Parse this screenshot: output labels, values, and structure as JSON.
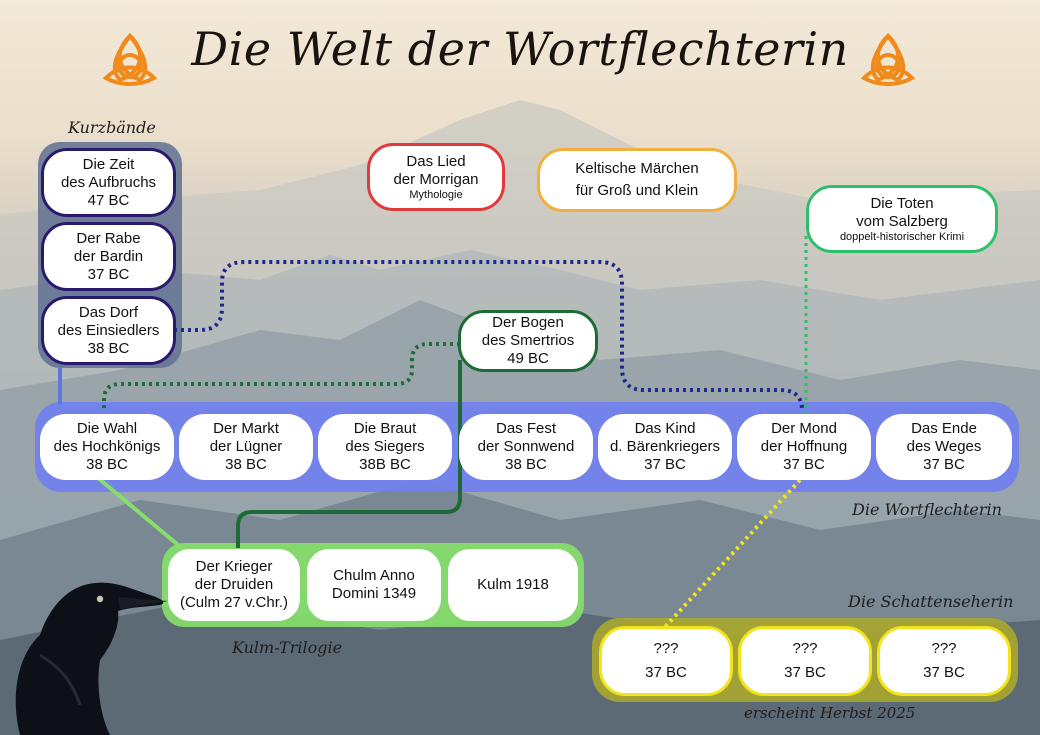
{
  "title": "Die Welt der Wortflechterin",
  "colors": {
    "kurz_band": "#5d6f8f",
    "kurz_border": "#2a1a6e",
    "wort_band": "#6f7ff0",
    "wort_border": "#3b4fc7",
    "kulm_band": "#86de6a",
    "kulm_border": "#4caf50",
    "schatten_band": "#a9a82c",
    "schatten_border": "#f4e41c",
    "morrigan_border": "#e03a3a",
    "maerchen_border": "#f0b040",
    "salzberg_border": "#2fbf6a",
    "bogen_border": "#1f6b35",
    "link_blue": "#1e2a8a",
    "link_green": "#2fbf6a",
    "link_darkgreen": "#1f6b35",
    "link_yellow": "#f4e41c",
    "link_lime": "#86de6a"
  },
  "labels": {
    "kurzbaende": "Kurzbände",
    "wortflechterin": "Die Wortflechterin",
    "kulm": "Kulm-Trilogie",
    "schattenseherin": "Die Schattenseherin",
    "herbst": "erscheint Herbst 2025"
  },
  "kurzbaende": [
    {
      "l1": "Die Zeit",
      "l2": "des Aufbruchs",
      "l3": "47 BC"
    },
    {
      "l1": "Der Rabe",
      "l2": "der Bardin",
      "l3": "37 BC"
    },
    {
      "l1": "Das Dorf",
      "l2": "des Einsiedlers",
      "l3": "38 BC"
    }
  ],
  "standalone": {
    "morrigan": {
      "l1": "Das Lied",
      "l2": "der Morrigan",
      "sub": "Mythologie"
    },
    "maerchen": {
      "l1": "Keltische Märchen",
      "l2": "für Groß und Klein"
    },
    "salzberg": {
      "l1": "Die Toten",
      "l2": "vom Salzberg",
      "sub": "doppelt-historischer Krimi"
    },
    "bogen": {
      "l1": "Der Bogen",
      "l2": "des Smertrios",
      "l3": "49 BC"
    }
  },
  "wortflechterin": [
    {
      "l1": "Die Wahl",
      "l2": "des Hochkönigs",
      "l3": "38 BC"
    },
    {
      "l1": "Der Markt",
      "l2": "der Lügner",
      "l3": "38 BC"
    },
    {
      "l1": "Die Braut",
      "l2": "des Siegers",
      "l3": "38B BC"
    },
    {
      "l1": "Das Fest",
      "l2": "der Sonnwend",
      "l3": "38 BC"
    },
    {
      "l1": "Das Kind",
      "l2": "d. Bärenkriegers",
      "l3": "37 BC"
    },
    {
      "l1": "Der Mond",
      "l2": "der Hoffnung",
      "l3": "37 BC"
    },
    {
      "l1": "Das Ende",
      "l2": "des Weges",
      "l3": "37 BC"
    }
  ],
  "kulm": [
    {
      "l1": "Der Krieger",
      "l2": "der Druiden",
      "l3": "(Culm 27 v.Chr.)"
    },
    {
      "l1": "Chulm Anno",
      "l2": "Domini 1349"
    },
    {
      "l1": "Kulm 1918"
    }
  ],
  "schattenseherin": [
    {
      "l1": "???",
      "l2": "37 BC"
    },
    {
      "l1": "???",
      "l2": "37 BC"
    },
    {
      "l1": "???",
      "l2": "37 BC"
    }
  ]
}
